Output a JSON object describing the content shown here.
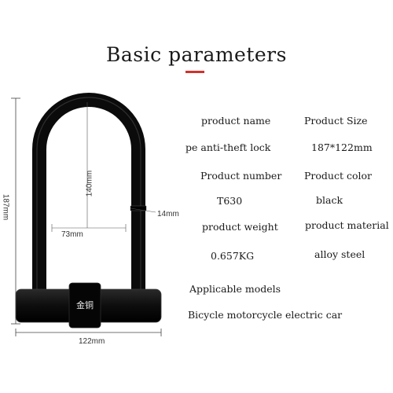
{
  "header": {
    "title": "Basic parameters",
    "accent_color": "#d0322d"
  },
  "lock": {
    "brand_text": "金铜",
    "color": "#111111",
    "dimensions": {
      "overall_height": "187mm",
      "shackle_height": "140mm",
      "shackle_diameter": "14mm",
      "inner_width": "73mm",
      "overall_width": "122mm"
    }
  },
  "specs": {
    "product_name_label": "product name",
    "product_name_value": "pe anti-theft lock",
    "product_size_label": "Product Size",
    "product_size_value": "187*122mm",
    "product_number_label": "Product number",
    "product_number_value": "T630",
    "product_color_label": "Product color",
    "product_color_value": "black",
    "product_weight_label": "product weight",
    "product_weight_value": "0.657KG",
    "product_material_label": "product material",
    "product_material_value": "alloy steel",
    "applicable_models_label": "Applicable models",
    "applicable_models_value": "Bicycle motorcycle electric car"
  }
}
